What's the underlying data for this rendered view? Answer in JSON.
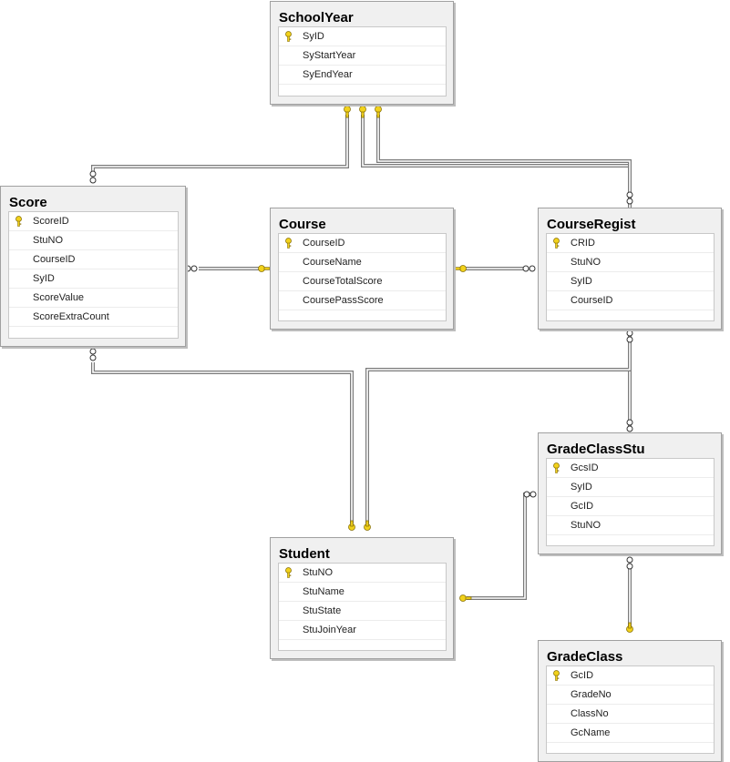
{
  "diagram": {
    "tables": [
      {
        "id": "schoolyear",
        "name": "SchoolYear",
        "columns": [
          {
            "name": "SyID",
            "primary_key": true
          },
          {
            "name": "SyStartYear",
            "primary_key": false
          },
          {
            "name": "SyEndYear",
            "primary_key": false
          }
        ]
      },
      {
        "id": "score",
        "name": "Score",
        "columns": [
          {
            "name": "ScoreID",
            "primary_key": true
          },
          {
            "name": "StuNO",
            "primary_key": false
          },
          {
            "name": "CourseID",
            "primary_key": false
          },
          {
            "name": "SyID",
            "primary_key": false
          },
          {
            "name": "ScoreValue",
            "primary_key": false
          },
          {
            "name": "ScoreExtraCount",
            "primary_key": false
          }
        ]
      },
      {
        "id": "course",
        "name": "Course",
        "columns": [
          {
            "name": "CourseID",
            "primary_key": true
          },
          {
            "name": "CourseName",
            "primary_key": false
          },
          {
            "name": "CourseTotalScore",
            "primary_key": false
          },
          {
            "name": "CoursePassScore",
            "primary_key": false
          }
        ]
      },
      {
        "id": "courseregist",
        "name": "CourseRegist",
        "columns": [
          {
            "name": "CRID",
            "primary_key": true
          },
          {
            "name": "StuNO",
            "primary_key": false
          },
          {
            "name": "SyID",
            "primary_key": false
          },
          {
            "name": "CourseID",
            "primary_key": false
          }
        ]
      },
      {
        "id": "gradeclassstu",
        "name": "GradeClassStu",
        "columns": [
          {
            "name": "GcsID",
            "primary_key": true
          },
          {
            "name": "SyID",
            "primary_key": false
          },
          {
            "name": "GcID",
            "primary_key": false
          },
          {
            "name": "StuNO",
            "primary_key": false
          }
        ]
      },
      {
        "id": "student",
        "name": "Student",
        "columns": [
          {
            "name": "StuNO",
            "primary_key": true
          },
          {
            "name": "StuName",
            "primary_key": false
          },
          {
            "name": "StuState",
            "primary_key": false
          },
          {
            "name": "StuJoinYear",
            "primary_key": false
          }
        ]
      },
      {
        "id": "gradeclass",
        "name": "GradeClass",
        "columns": [
          {
            "name": "GcID",
            "primary_key": true
          },
          {
            "name": "GradeNo",
            "primary_key": false
          },
          {
            "name": "ClassNo",
            "primary_key": false
          },
          {
            "name": "GcName",
            "primary_key": false
          }
        ]
      }
    ],
    "relationships": [
      {
        "id": "rel-schoolyear-score",
        "one": "schoolyear",
        "many": "score"
      },
      {
        "id": "rel-schoolyear-gradeclassstu",
        "one": "schoolyear",
        "many": "gradeclassstu"
      },
      {
        "id": "rel-schoolyear-courseregist",
        "one": "schoolyear",
        "many": "courseregist"
      },
      {
        "id": "rel-course-score",
        "one": "course",
        "many": "score"
      },
      {
        "id": "rel-course-courseregist",
        "one": "course",
        "many": "courseregist"
      },
      {
        "id": "rel-student-score",
        "one": "student",
        "many": "score"
      },
      {
        "id": "rel-student-courseregist",
        "one": "student",
        "many": "courseregist"
      },
      {
        "id": "rel-student-gradeclassstu",
        "one": "student",
        "many": "gradeclassstu"
      },
      {
        "id": "rel-gradeclass-gradeclassstu",
        "one": "gradeclass",
        "many": "gradeclassstu"
      }
    ],
    "colors": {
      "table_header": "#f0f0f0",
      "table_border": "#a0a0a0",
      "line": "#7a7a7a",
      "key": "#f2d21b"
    }
  }
}
